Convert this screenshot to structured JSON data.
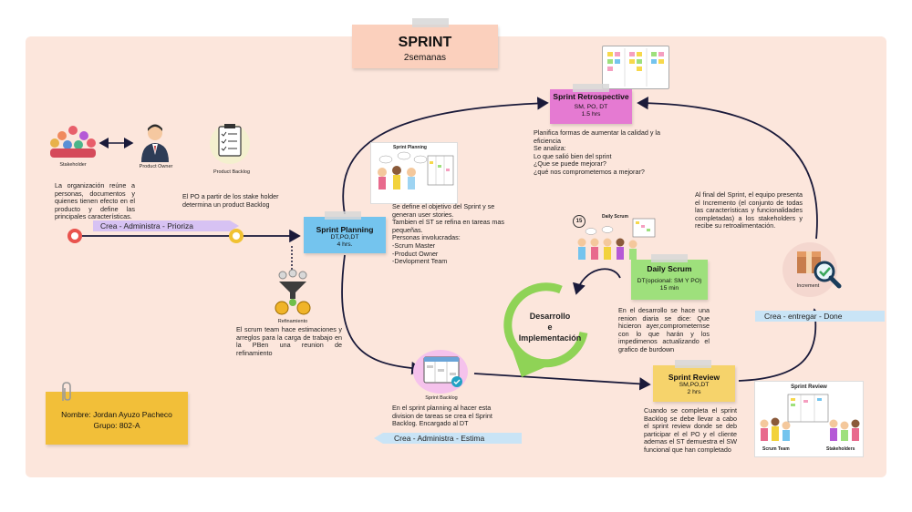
{
  "title": {
    "main": "SPRINT",
    "sub": "2semanas"
  },
  "stakeholder_label": "Stakeholder",
  "product_owner_label": "Product Owner",
  "product_backlog_label": "Product Backlog",
  "refinamiento_label": "Refinamiento",
  "sprint_backlog_label": "Sprint Backlog",
  "increment_label": "Increment",
  "texts": {
    "stakeholders_desc": "La organización reúne a personas, documentos y quienes tienen efecto en el producto y define las principales características.",
    "po_desc": "El PO a partir de los stake holder determina un product Backlog",
    "refinamiento_desc": "El scrum team hace estimaciones y arreglos para la carga de trabajo en la PBen una reunion de refinamiento",
    "planning_desc": "Se define el objetivo del Sprint y se generan user stories.\nTambien el ST se refina en tareas mas pequeñas.\nPersonas involucradas:\n-Scrum Master\n-Product Owner\n-Devlopment Team",
    "sprint_backlog_desc": "En el sprint planning al hacer esta division de tareas se crea el Sprint Backlog. Encargado al DT",
    "retro_desc": "Planifica formas de aumentar la calidad y la eficiencia\nSe analiza:\nLo que salió bien del sprint\n¿Que se puede mejorar?\n¿qué nos comprometemos a mejorar?",
    "daily_desc": "En el desarrollo se hace una renion diaria se dice: Que hicieron ayer,comprometernse con lo que harán y los impedimenos actualizando el grafico de burdown",
    "increment_desc": "Al final del Sprint, el equipo presenta el Incremento (el conjunto de todas las características y funcionalidades completadas) a los stakeholders y recibe su retroalimentación.",
    "review_desc": "Cuando se completa el sprint Backlog se debe llevar a cabo el sprint review donde se deb participar el el PO y el cliente ademas el ST demuestra el SW funcional que han completado"
  },
  "bands": {
    "left": "Crea  - Administra -  Prioriza",
    "bottom": "Crea  - Administra -  Estima",
    "right": "Crea  - entregar - Done"
  },
  "notes": {
    "planning": {
      "title": "Sprint Planning",
      "line1": "DT,PO,DT",
      "line2": "4 hrs."
    },
    "retro": {
      "title": "Sprint Retrospective",
      "line1": "SM, PO, DT",
      "line2": "1.5 hrs"
    },
    "daily": {
      "title": "Daily Scrum",
      "line1": "DT(opcional: SM Y PO)",
      "line2": "15  min"
    },
    "review": {
      "title": "Sprint Review",
      "line1": "SM,PO,DT",
      "line2": "2 hrs"
    }
  },
  "cycle_label": "Desarrollo\ne\nImplementación",
  "pictures": {
    "planning_title": "Sprint Planning",
    "daily_title": "Daily Scrum",
    "daily_badge": "15",
    "review_title": "Sprint Review",
    "review_left": "Scrum Team",
    "review_right": "Stakeholders"
  },
  "author": {
    "name": "Nombre: Jordan Ayuzo Pacheco",
    "group": "Grupo: 802-A"
  },
  "colors": {
    "board": "#fce6dc",
    "title_note": "#fbd0bd",
    "planning_note": "#74c4ee",
    "retro_note": "#e57ad2",
    "daily_note": "#9ee07c",
    "review_note": "#f6d36b",
    "author_note": "#f2bf39",
    "band": "#d7c2f3",
    "band_blue": "#c9e4f6",
    "flow_line": "#1a1a3a",
    "cycle_arrow": "#8fd356"
  }
}
